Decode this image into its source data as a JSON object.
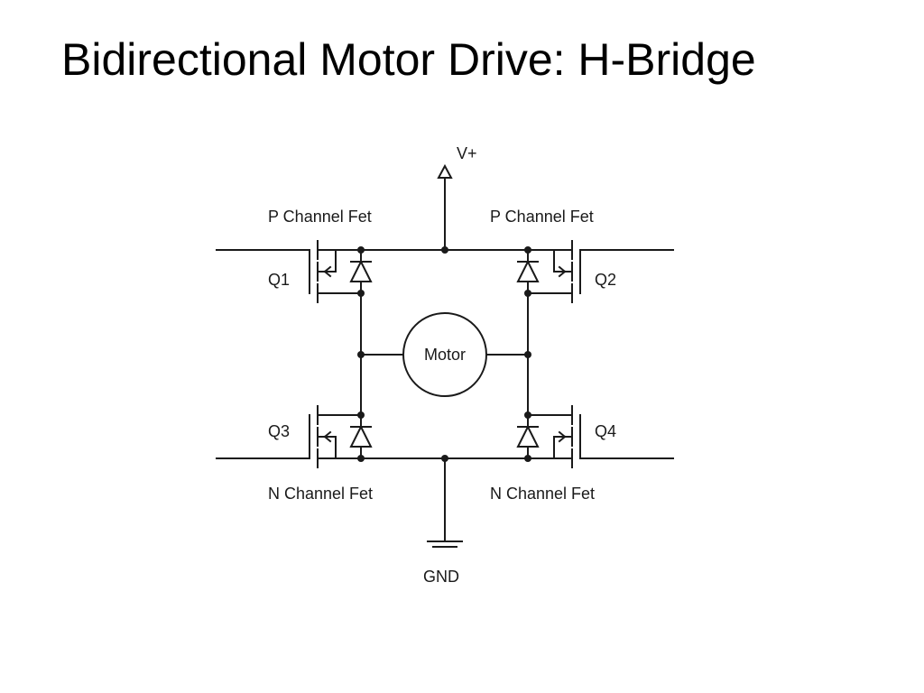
{
  "title": "Bidirectional Motor Drive: H-Bridge",
  "diagram": {
    "supply_label": "V+",
    "ground_label": "GND",
    "motor_label": "Motor",
    "transistors": [
      {
        "id": "Q1",
        "type_label": "P Channel Fet"
      },
      {
        "id": "Q2",
        "type_label": "P Channel Fet"
      },
      {
        "id": "Q3",
        "type_label": "N Channel Fet"
      },
      {
        "id": "Q4",
        "type_label": "N Channel Fet"
      }
    ]
  },
  "colors": {
    "line": "#1a1a1a",
    "background": "#ffffff"
  }
}
